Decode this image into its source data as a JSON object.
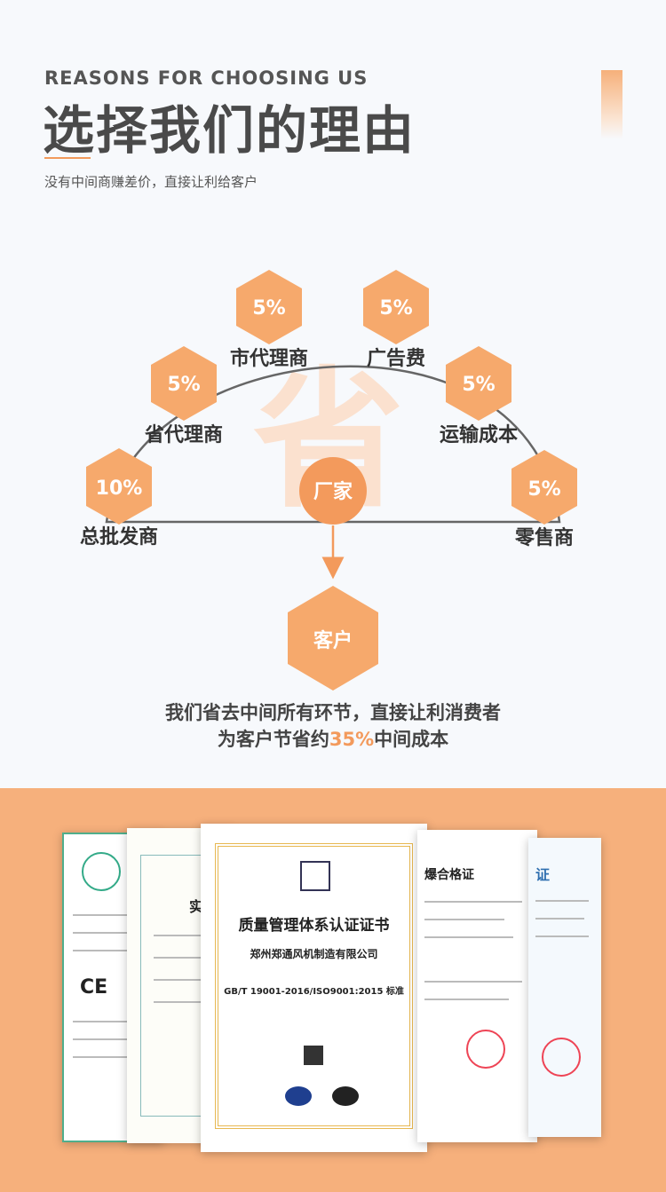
{
  "header": {
    "en_title": "REASONS  FOR  CHOOSING US",
    "cn_title": "选择我们的理由",
    "subtitle": "没有中间商赚差价，直接让利给客户"
  },
  "diagram": {
    "watermark": "省",
    "center": "厂家",
    "customer": "客户",
    "colors": {
      "hex": "#f6a96c",
      "center": "#f39a5c",
      "line": "#666666",
      "watermark": "#fbe1cf"
    },
    "nodes": [
      {
        "name": "总批发商",
        "percent": "10%"
      },
      {
        "name": "省代理商",
        "percent": "5%"
      },
      {
        "name": "市代理商",
        "percent": "5%"
      },
      {
        "name": "广告费",
        "percent": "5%"
      },
      {
        "name": "运输成本",
        "percent": "5%"
      },
      {
        "name": "零售商",
        "percent": "5%"
      }
    ]
  },
  "summary": {
    "line1": "我们省去中间所有环节，直接让利消费者",
    "line2_prefix": "为客户节省约",
    "line2_highlight": "35%",
    "line2_suffix": "中间成本"
  },
  "certificates": {
    "main_title": "质量管理体系认证证书",
    "main_company": "郑州郑通风机制造有限公司",
    "main_standard": "GB/T 19001-2016/ISO9001:2015 标准",
    "right_title": "爆合格证",
    "far_right_title": "证",
    "left_title": "实"
  }
}
